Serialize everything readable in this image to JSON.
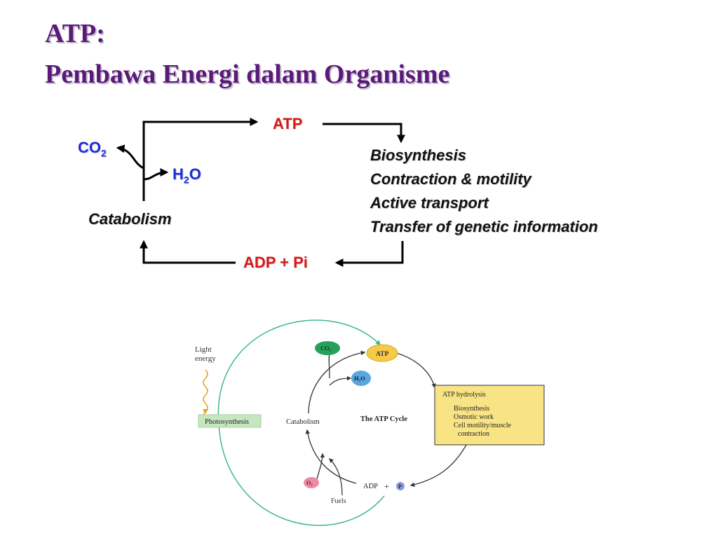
{
  "slide": {
    "title_line1": "ATP:",
    "title_line2": "Pembawa Energi dalam Organisme"
  },
  "schema": {
    "atp": "ATP",
    "adp_pi": "ADP + Pi",
    "co2_main": "CO",
    "co2_sub": "2",
    "h2o_h": "H",
    "h2o_sub": "2",
    "h2o_o": "O",
    "catabolism": "Catabolism",
    "uses": [
      "Biosynthesis",
      "Contraction & motility",
      "Active transport",
      "Transfer of genetic information"
    ]
  },
  "figure": {
    "light_energy_line1": "Light",
    "light_energy_line2": "energy",
    "photosynthesis": "Photosynthesis",
    "catabolism": "Catabolism",
    "cycle_title": "The ATP Cycle",
    "atp": "ATP",
    "co2": "CO₂",
    "h2o": "H₂O",
    "o2": "O₂",
    "fuels": "Fuels",
    "adp": "ADP",
    "plus": "+",
    "pi": "P",
    "hydrolysis_title": "ATP hydrolysis",
    "hydrolysis_items": [
      "Biosynthesis",
      "Osmotic work",
      "Cell motility/muscle",
      "contraction"
    ],
    "colors": {
      "cycle_arc": "#3fb98a",
      "photosynthesis_box": "#c6e6c0",
      "hydrolysis_box": "#f8e484",
      "atp_bubble": "#f7c948",
      "co2_bubble": "#27a05a",
      "h2o_bubble": "#5aa6e0",
      "o2_bubble": "#f08aa2",
      "pi_bubble": "#8a9ad8"
    }
  }
}
